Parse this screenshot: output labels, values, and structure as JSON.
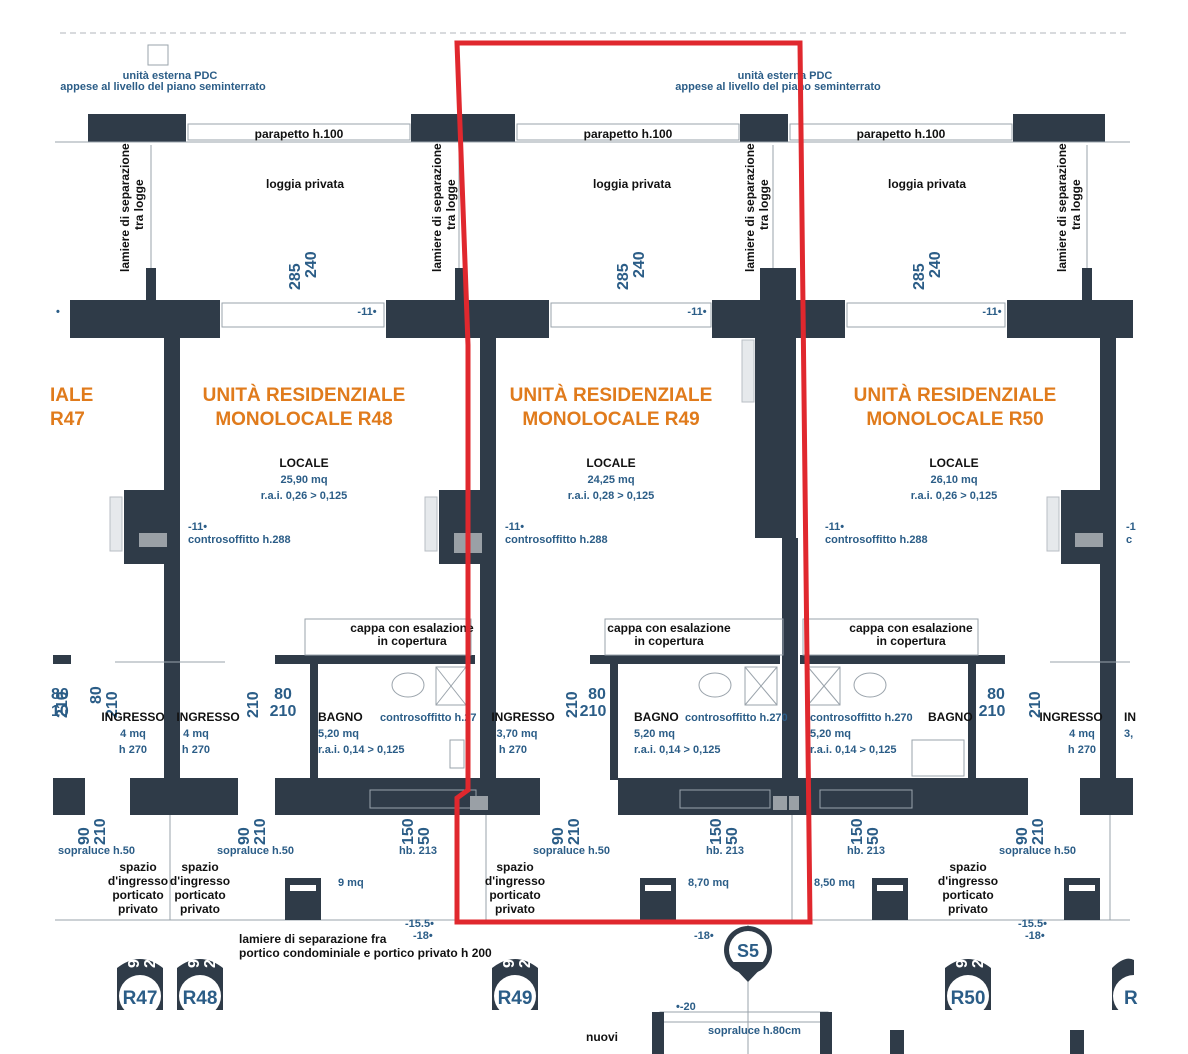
{
  "external_unit": {
    "line1": "unità esterna PDC",
    "line2": "appese al livello del piano seminterrato"
  },
  "parapet_label": "parapetto h.100",
  "loggia_label": "loggia privata",
  "loggia_separator": {
    "line1": "lamiere di separazione",
    "line2": "tra logge"
  },
  "loggia_dims": {
    "a": "285",
    "b": "240"
  },
  "level_minus11": "-11•",
  "unit_title_line1": "UNITÀ RESIDENZIALE",
  "units": [
    {
      "title2": "R47",
      "id": "R47"
    },
    {
      "title2": "MONOLOCALE R48",
      "room": "LOCALE",
      "area": "25,90 mq",
      "rai": "r.a.i. 0,26 > 0,125",
      "id": "R48"
    },
    {
      "title2": "MONOLOCALE R49",
      "room": "LOCALE",
      "area": "24,25 mq",
      "rai": "r.a.i. 0,28 > 0,125",
      "id": "R49"
    },
    {
      "title2": "MONOLOCALE R50",
      "room": "LOCALE",
      "area": "26,10 mq",
      "rai": "r.a.i. 0,26 > 0,125",
      "id": "R50"
    }
  ],
  "unit_left_partial": "IALE",
  "unit_right_partial": "R",
  "controsoffitto_288": "controsoffitto h.288",
  "controsoffitto_270": "controsoffitto h.270",
  "cappa": {
    "line1": "cappa con esalazione",
    "line2": "in copertura"
  },
  "ingresso": {
    "label": "INGRESSO",
    "h": "h 270"
  },
  "ingresso_areas": [
    "4 mq",
    "4 mq",
    "3,70 mq",
    "4 mq",
    "3,"
  ],
  "bagno": {
    "label": "BAGNO",
    "area": "5,20 mq",
    "rai": "r.a.i. 0,14 > 0,125"
  },
  "door_dims": {
    "w80": "80",
    "h210": "210",
    "w90": "90",
    "h200": "200"
  },
  "sopraluce": "sopraluce h.50",
  "window_dims": {
    "w150": "150",
    "h50": "50",
    "hb": "hb. 213"
  },
  "spazio": [
    "spazio",
    "d'ingresso",
    "porticato",
    "privato"
  ],
  "porch_areas": [
    "9 mq",
    "8,70 mq",
    "8,50 mq"
  ],
  "levels": {
    "l155": "-15.5•",
    "l18": "-18•",
    "l20": "•-20"
  },
  "lamiere_portico": {
    "line1": "lamiere di separazione fra",
    "line2": "portico condominiale e portico privato h 200"
  },
  "section_marker": "S5",
  "sopraluce_80": "sopraluce h.80cm",
  "nuovi": "nuovi",
  "highlight_color": "#e0282e",
  "wall_color": "#2f3b48",
  "label_blue": "#2b5d87",
  "title_orange": "#e07b1c"
}
